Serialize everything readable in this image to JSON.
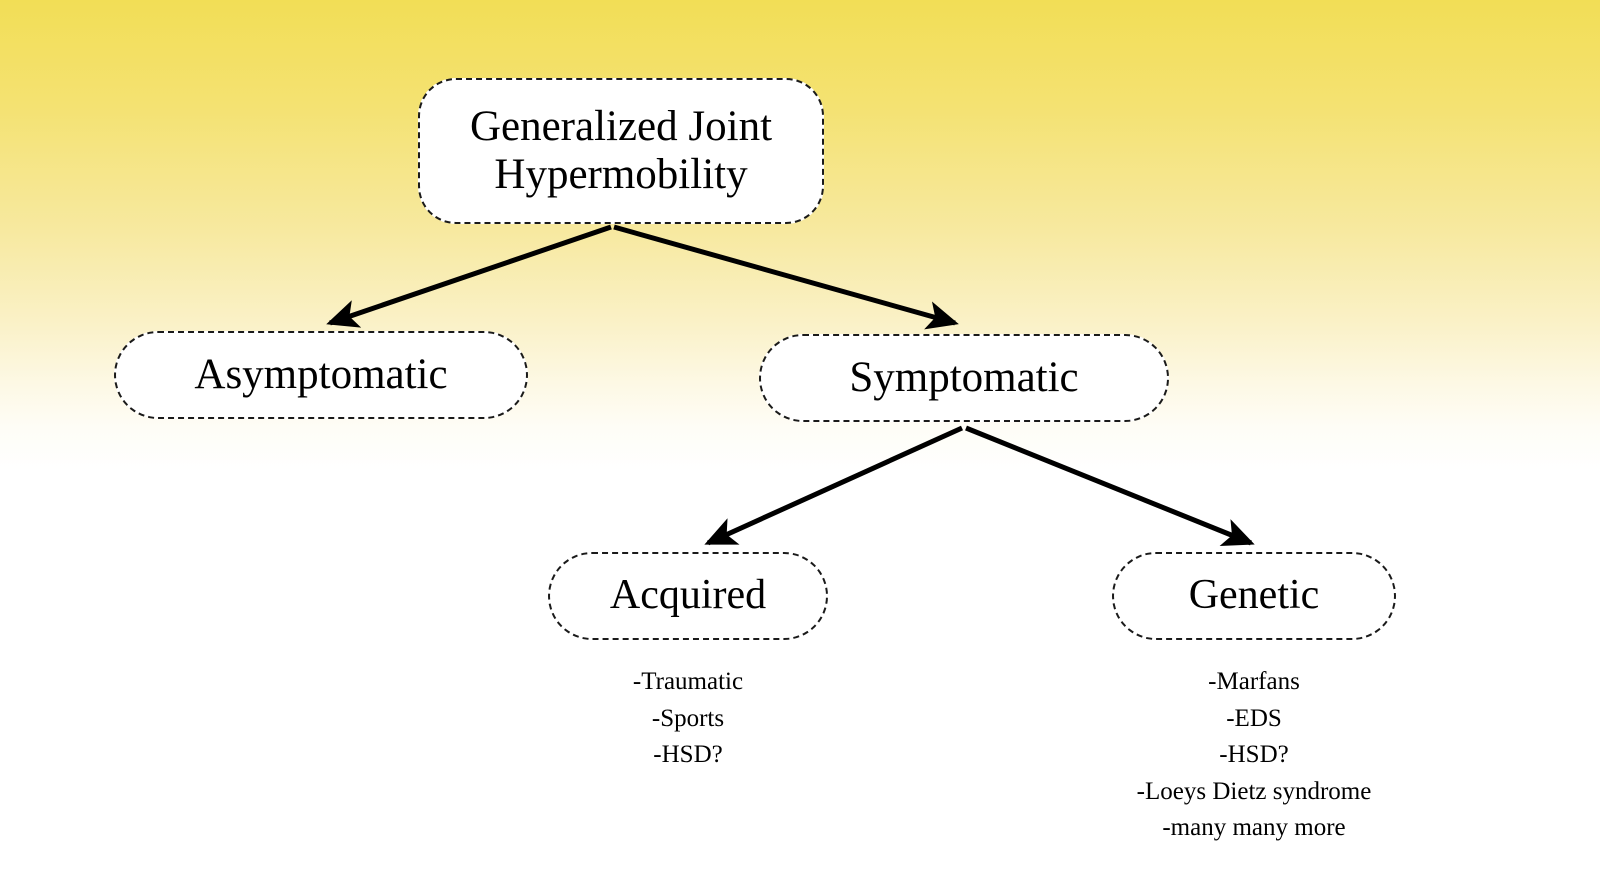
{
  "slide": {
    "background_top_color": "#f2de56",
    "background_bottom_color": "#ffffff",
    "text_color": "#000000",
    "border_color": "#1a1a1a",
    "arrow_color": "#000000"
  },
  "diagram": {
    "type": "flowchart",
    "title": "Generalized Joint Hypermobility",
    "nodes": {
      "root": {
        "label": "Generalized Joint\nHypermobility"
      },
      "asymptomatic": {
        "label": "Asymptomatic"
      },
      "symptomatic": {
        "label": "Symptomatic"
      },
      "acquired": {
        "label": "Acquired"
      },
      "genetic": {
        "label": "Genetic"
      }
    },
    "edges": [
      {
        "from": "root",
        "to": "asymptomatic"
      },
      {
        "from": "root",
        "to": "symptomatic"
      },
      {
        "from": "symptomatic",
        "to": "acquired"
      },
      {
        "from": "symptomatic",
        "to": "genetic"
      }
    ],
    "lists": {
      "acquired_items": [
        "-Traumatic",
        "-Sports",
        "-HSD?"
      ],
      "genetic_items": [
        "-Marfans",
        "-EDS",
        "-HSD?",
        "-Loeys Dietz syndrome",
        "-many many more"
      ]
    }
  }
}
